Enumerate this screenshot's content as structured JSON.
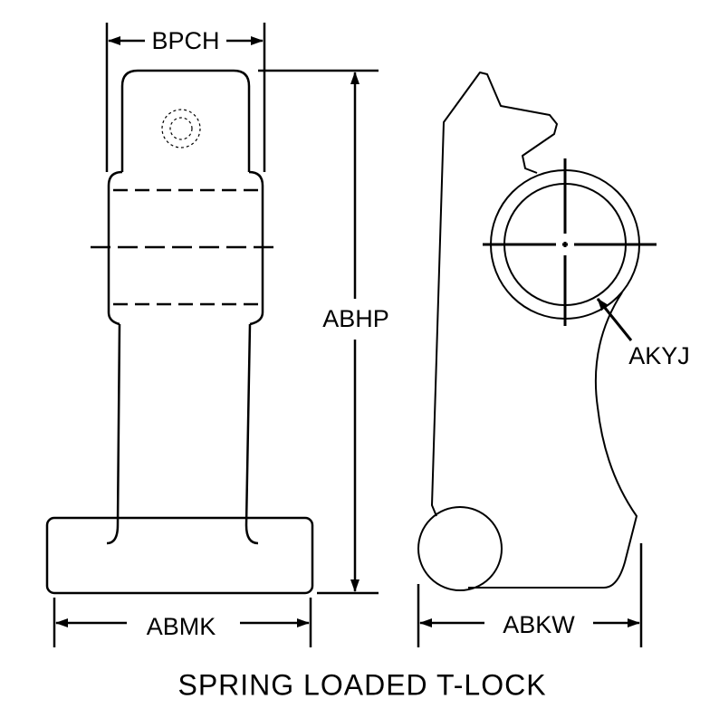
{
  "title": "SPRING LOADED T-LOCK",
  "dimensions": {
    "bpch": "BPCH",
    "abhp": "ABHP",
    "abmk": "ABMK",
    "abkw": "ABKW",
    "akyj": "AKYJ"
  },
  "colors": {
    "line": "#000000",
    "background": "#ffffff"
  }
}
